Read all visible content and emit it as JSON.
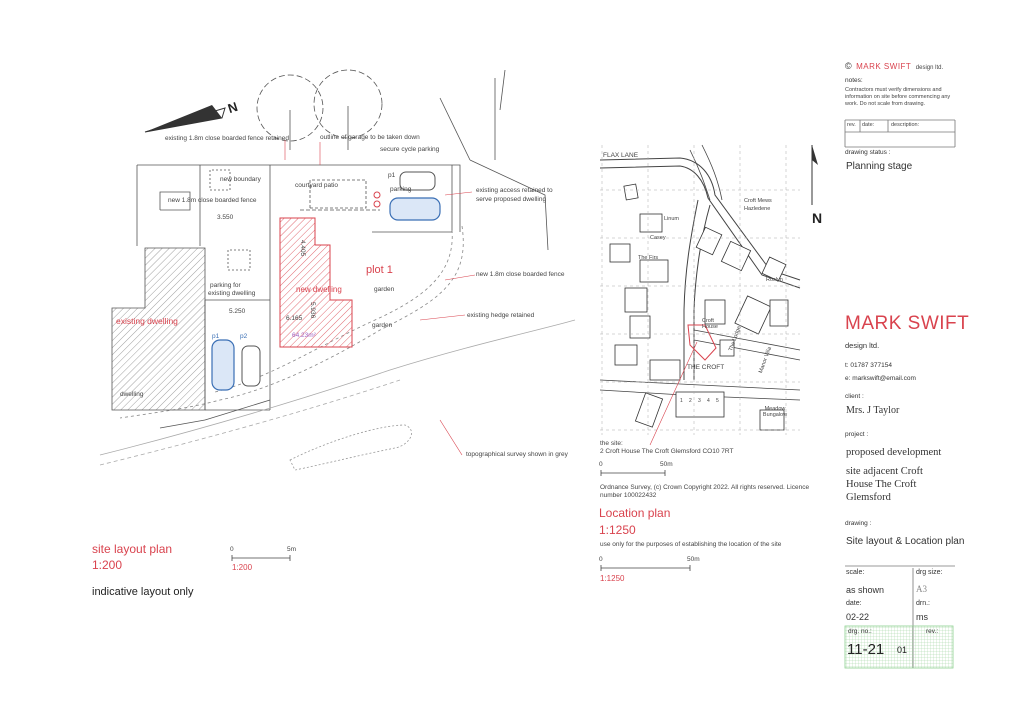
{
  "title_block": {
    "copyright": "MARK SWIFT",
    "copyright_suffix": "design ltd.",
    "copyright_symbol": "©",
    "notes_label": "notes:",
    "notes_text": "Contractors must verify dimensions and information on site before commencing any work. Do not scale from drawing.",
    "rev_header": [
      "rev.",
      "date:",
      "description:"
    ],
    "status_label": "drawing status :",
    "status_value": "Planning stage",
    "company_name": "MARK SWIFT",
    "company_sub": "design ltd.",
    "phone": "t:  01787 377154",
    "email": "e:  markswift@email.com",
    "client_label": "client :",
    "client_value": "Mrs. J Taylor",
    "project_label": "project :",
    "project_line1": "proposed development",
    "project_line2": "site adjacent Croft",
    "project_line3": "House The Croft",
    "project_line4": "Glemsford",
    "drawing_label": "drawing :",
    "drawing_value": "Site layout & Location plan",
    "scale_label": "scale:",
    "scale_value": "as shown",
    "size_label": "drg size:",
    "size_value": "A3",
    "date_label": "date:",
    "date_value": "02-22",
    "drn_label": "drn.:",
    "drn_value": "ms",
    "drgno_label": "drg. no.:",
    "drgno_value": "11-21",
    "rev_label": "rev.:",
    "rev_value": "01",
    "colors": {
      "brand": "#d9434e",
      "blue": "#3a6fb5",
      "green_box": "#c8e9c9"
    }
  },
  "site_plan": {
    "north": "N",
    "labels": {
      "fence_retained": "existing 1.8m close boarded fence retained",
      "garage_outline": "outline of garage to be taken down",
      "cycle_parking": "secure cycle parking",
      "new_boundary": "new boundary",
      "courtyard": "courtyard patio",
      "parking": "parking",
      "p1_top": "p1",
      "new_fence": "new 1.8m close boarded fence",
      "access": "existing access retained to",
      "access2": "serve proposed dwelling",
      "dim1": "3.550",
      "dim_v1": "4.405",
      "plot": "plot 1",
      "new_dwelling": "new dwelling",
      "garden1": "garden",
      "new_fence2": "new 1.8m close boarded fence",
      "parking_for": "parking for",
      "existing_dwelling_parking": "existing dwelling",
      "dim2": "5.250",
      "dim3": "6.165",
      "dim_v2": "5.936",
      "existing_dwelling": "existing dwelling",
      "p1": "p1",
      "p2": "p2",
      "area": "64.23m²",
      "garden2": "garden",
      "hedge": "existing hedge retained",
      "dwelling": "dwelling",
      "topo": "topographical survey shown in grey"
    },
    "title": "site layout plan",
    "scale": "1:200",
    "bar_0": "0",
    "bar_5": "5m",
    "bar_scale": "1:200",
    "note": "indicative layout only"
  },
  "location_plan": {
    "north": "N",
    "labels": {
      "flax_lane": "FLAX LANE",
      "croft_mews": "Croft Mews",
      "hazledene": "Hazledene",
      "linum": "Linum",
      "casey": "Casey",
      "the_firs": "The Firs",
      "roslyn": "Roslyn",
      "croft_house": "Croft House",
      "the_croft": "THE CROFT",
      "the_lodge": "The Lodge",
      "manor_villa": "Manor Villa",
      "meadow": "Meadow Bungalow",
      "nums": [
        "1",
        "2",
        "3",
        "4",
        "5"
      ]
    },
    "site_label": "the site:",
    "site_address": "2 Croft House  The Croft  Glemsford  CO10 7RT",
    "bar_0": "0",
    "bar_50": "50m",
    "os_line1": "Ordnance Survey, (c) Crown Copyright 2022. All rights reserved. Licence",
    "os_line2": "number 100022432",
    "title": "Location plan",
    "scale": "1:1250",
    "use_note": "use only for the purposes of establishing the location of the site",
    "bar2_0": "0",
    "bar2_50": "50m",
    "bar2_scale": "1:1250"
  }
}
